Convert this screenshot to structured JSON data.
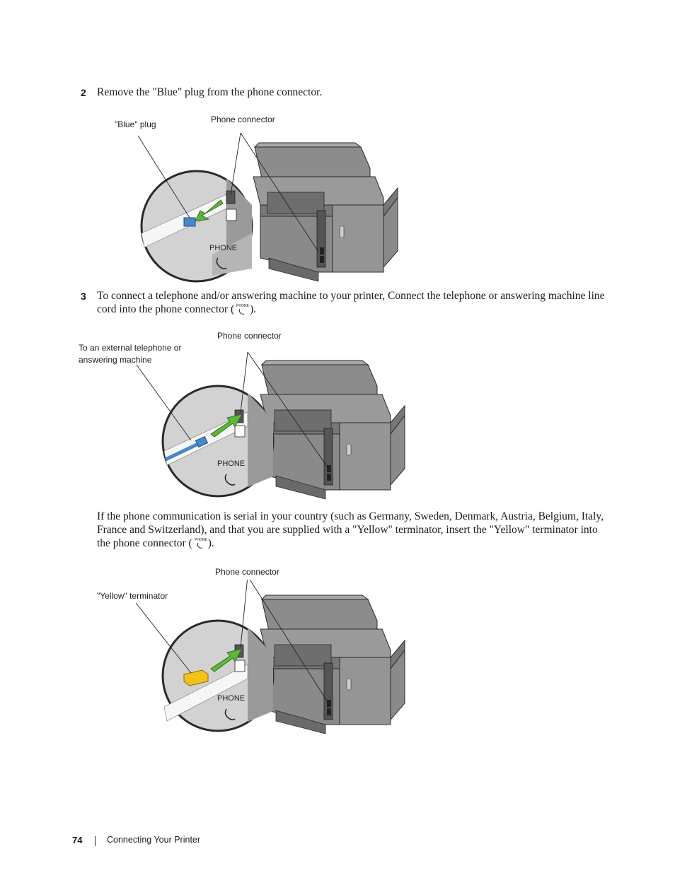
{
  "steps": [
    {
      "number": "2",
      "text": "Remove the \"Blue\" plug from the phone connector.",
      "figure": {
        "callout_left": "\"Blue\" plug",
        "callout_right": "Phone connector",
        "port_label": "PHONE"
      }
    },
    {
      "number": "3",
      "text_before_icon": "To connect a telephone and/or answering machine to your printer, Connect the telephone or answering machine line cord into the phone connector (",
      "text_after_icon": ").",
      "figure": {
        "callout_left_line1": "To an external telephone or",
        "callout_left_line2": "answering machine",
        "callout_right": "Phone connector",
        "port_label": "PHONE"
      },
      "note_before_icon": "If the phone communication is serial in your country (such as Germany, Sweden, Denmark, Austria, Belgium, Italy, France and Switzerland), and that you are supplied with a \"Yellow\" terminator, insert the \"Yellow\" terminator into the phone connector (",
      "note_after_icon": ").",
      "figure2": {
        "callout_left": "\"Yellow\" terminator",
        "callout_right": "Phone connector",
        "port_label": "PHONE"
      }
    }
  ],
  "inline_icon": {
    "name": "phone-connector-icon",
    "label": "PHONE"
  },
  "footer": {
    "page_number": "74",
    "section": "Connecting Your Printer"
  },
  "colors": {
    "blue_plug": "#4a86c8",
    "yellow_terminator": "#f2c21b",
    "arrow_green": "#5db83a"
  }
}
